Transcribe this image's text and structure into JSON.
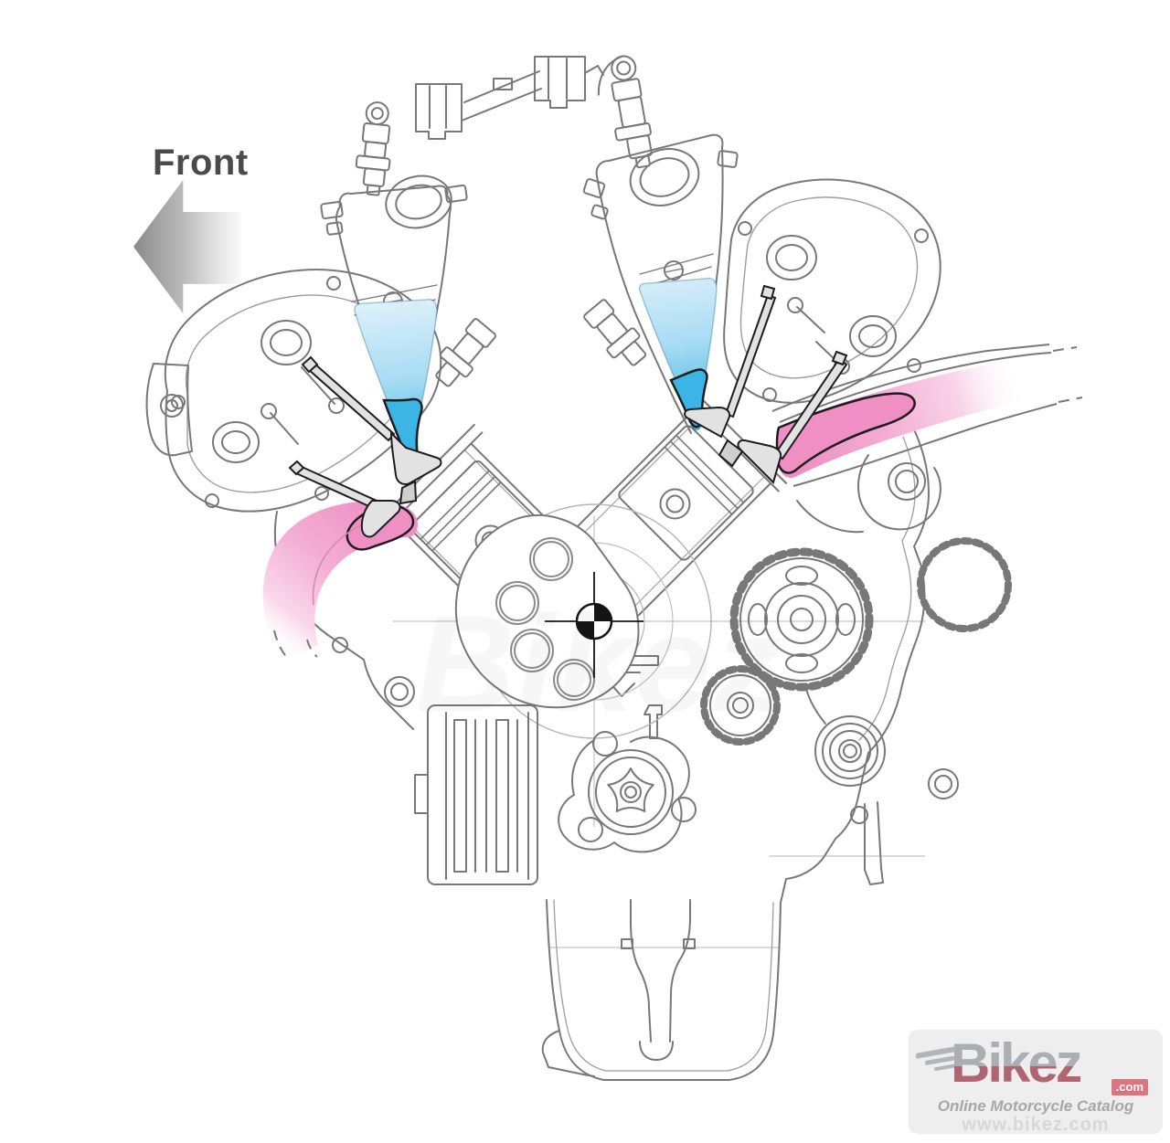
{
  "page": {
    "background": "#ffffff"
  },
  "annotation": {
    "front_label": "Front"
  },
  "diagram": {
    "subject": "V-four motorcycle engine cutaway with intake and exhaust flow highlighted",
    "colors": {
      "line_gray": "#787878",
      "faint_line": "#c4c4c4",
      "intake_blue_deep": "#3ab5e6",
      "intake_blue_light": "#d9eef9",
      "exhaust_pink_deep": "#ee8ec4",
      "exhaust_pink_light": "#f9d4e8",
      "valve_gray": "#e2e2e2",
      "marker_black": "#141414",
      "arrow_gray": "#8a8a8a"
    }
  },
  "watermark": {
    "text": "Bikez"
  },
  "logo": {
    "brand": "Bikez",
    "domain_suffix": ".com",
    "tagline": "Online Motorcycle Catalog",
    "url": "www.bikez.com",
    "brand_gray": "#9fa4a7",
    "brand_red": "#a4505f"
  }
}
